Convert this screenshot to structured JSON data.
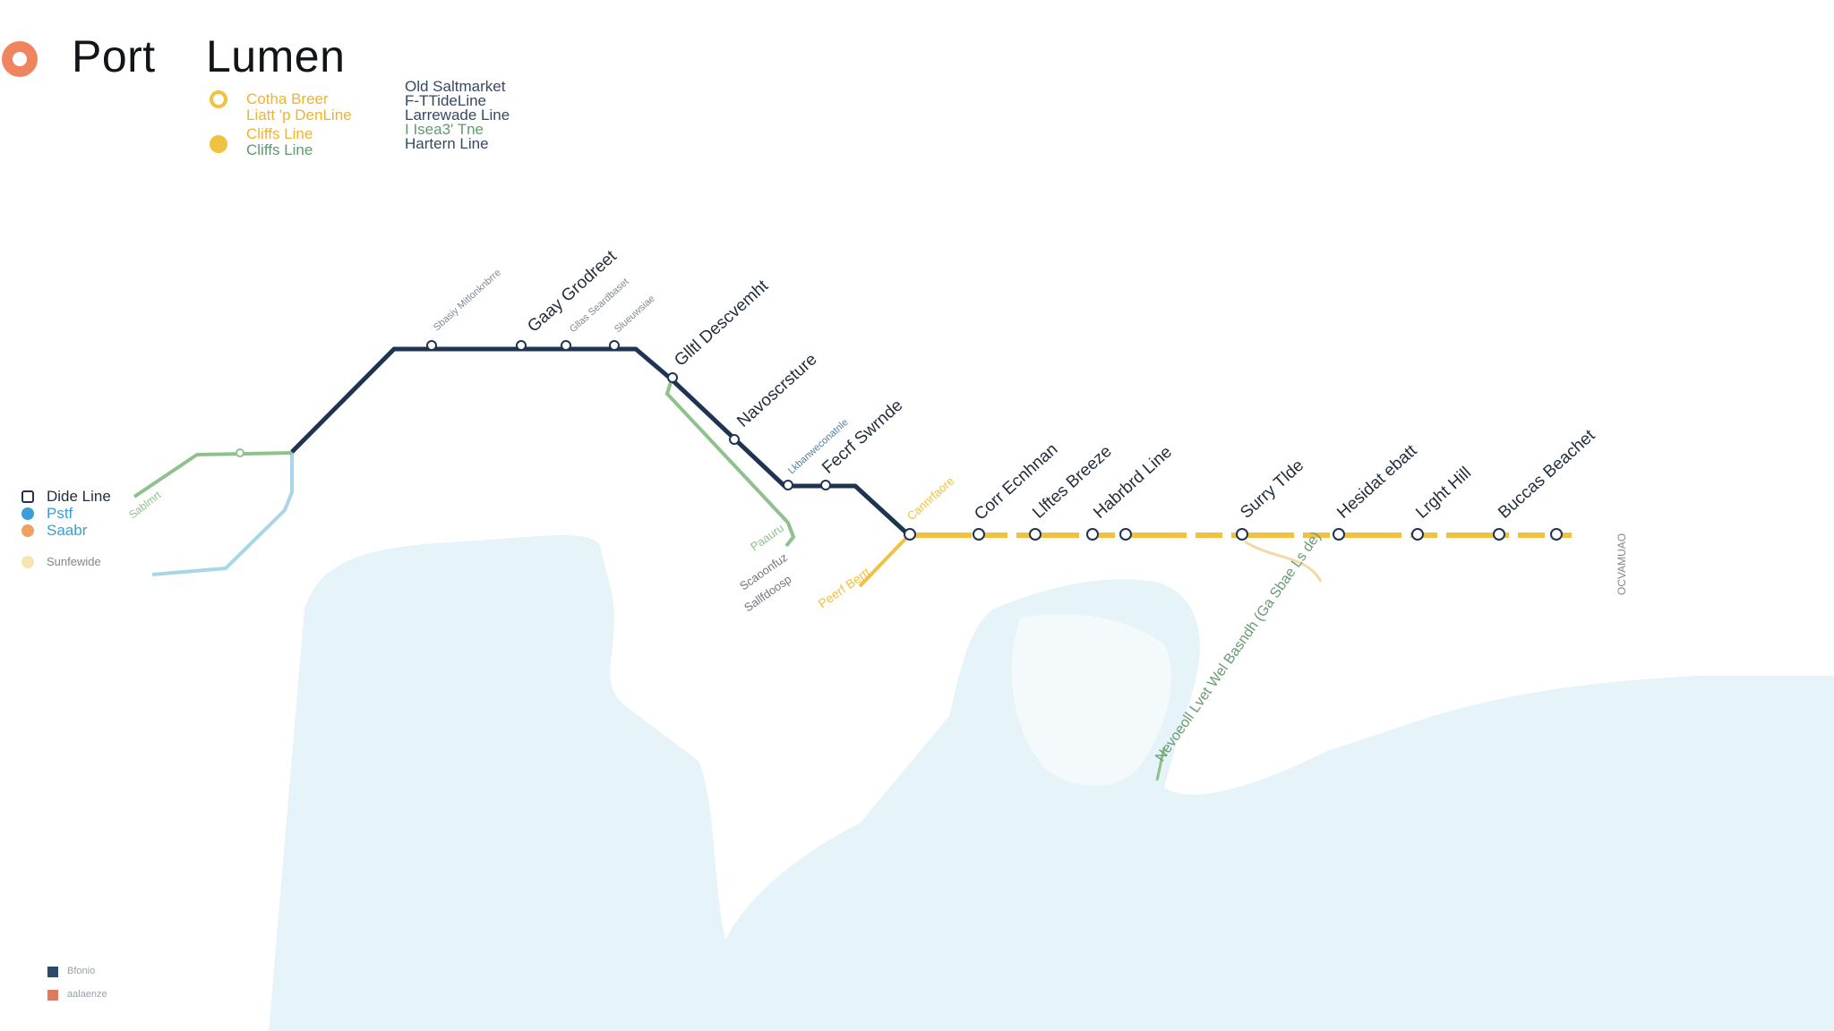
{
  "title": {
    "word1": "Port",
    "word2": "Lumen"
  },
  "legend_left": {
    "items": [
      {
        "label": "Cotha Breer",
        "tone": "yellow"
      },
      {
        "label": "Liatt 'p DenLine",
        "tone": "yellow"
      },
      {
        "label": "Cliffs Line",
        "tone": "yellow"
      },
      {
        "label": "Cliffs Line",
        "tone": "green"
      }
    ]
  },
  "legend_right": {
    "items": [
      {
        "label": "Old Saltmarket",
        "tone": "navy"
      },
      {
        "label": "F-TTideLine",
        "tone": "navy"
      },
      {
        "label": "Larrewade Line",
        "tone": "navy"
      },
      {
        "label": "I Isea3' Tne",
        "tone": "green"
      },
      {
        "label": "Hartern Line",
        "tone": "navy"
      }
    ]
  },
  "side_legend": {
    "items": [
      {
        "label": "Dide Line",
        "tone": "navy",
        "mark": "square-outline"
      },
      {
        "label": "Pstf",
        "tone": "blue",
        "mark": "dot-blue"
      },
      {
        "label": "Saabr",
        "tone": "blue",
        "mark": "dot-orange"
      },
      {
        "label": "Sunfewide",
        "tone": "muted",
        "mark": "dot-cream"
      }
    ]
  },
  "bottom_legend": {
    "items": [
      {
        "label": "Bfonio",
        "color": "#2d4a6d"
      },
      {
        "label": "aalaenze",
        "color": "#e07a5f"
      }
    ]
  },
  "colors": {
    "navy": "#1f3352",
    "yellow": "#f0c240",
    "green": "#8fc18c",
    "light_blue": "#a9d6e6",
    "sea": "#e6f3f8",
    "orange": "#f0845f"
  },
  "stations": [
    {
      "name": "Gaay Grodreet",
      "style": "dark"
    },
    {
      "name": "Glltl Descvemht",
      "style": "dark"
    },
    {
      "name": "Navoscrsture",
      "style": "dark"
    },
    {
      "name": "Fecrf Swrnde",
      "style": "dark"
    },
    {
      "name": "Corr Ecnhnan",
      "style": "dark"
    },
    {
      "name": "Llftes Breeze",
      "style": "dark"
    },
    {
      "name": "Habrbrd Line",
      "style": "dark"
    },
    {
      "name": "Surry Tlde",
      "style": "dark"
    },
    {
      "name": "Hesidat ebatt",
      "style": "dark"
    },
    {
      "name": "Lrght Hill",
      "style": "dark"
    },
    {
      "name": "Buccas Beachet",
      "style": "dark"
    },
    {
      "name": "Sbasiy Mitlonknbrre",
      "style": "faint"
    },
    {
      "name": "Gllas Seardbaset",
      "style": "faint"
    },
    {
      "name": "Slueuwsiae",
      "style": "faint"
    },
    {
      "name": "Lkbanweconatnle",
      "style": "faint"
    },
    {
      "name": "Sablmrt",
      "style": "green"
    },
    {
      "name": "Paauru",
      "style": "green"
    },
    {
      "name": "Scaoonfuz",
      "style": "muted"
    },
    {
      "name": "Sallfdoosp",
      "style": "muted"
    },
    {
      "name": "Peerf Bertt",
      "style": "yellow"
    },
    {
      "name": "Cannrfaore",
      "style": "yellow"
    },
    {
      "name": "Nevoeoll Lvet Wel Basndh (Ga Sbae Ls de)",
      "style": "green"
    },
    {
      "name": "OCVAMUAO",
      "style": "muted"
    }
  ]
}
